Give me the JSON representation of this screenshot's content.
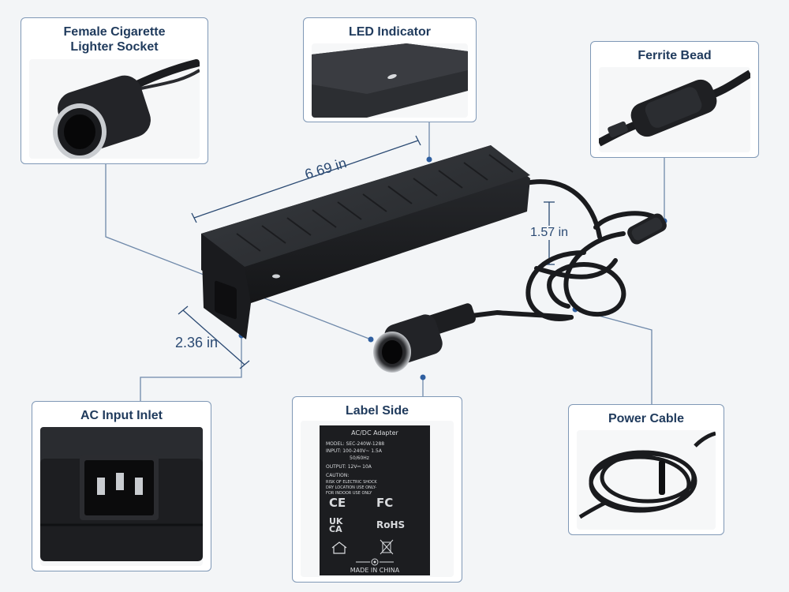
{
  "callouts": {
    "female_socket": "Female Cigarette\nLighter Socket",
    "led_indicator": "LED Indicator",
    "ferrite_bead": "Ferrite Bead",
    "ac_input_inlet": "AC Input Inlet",
    "label_side": "Label Side",
    "power_cable": "Power Cable"
  },
  "dimensions": {
    "length": "6.69 in",
    "height": "1.57 in",
    "width": "2.36 in"
  },
  "label": {
    "title": "AC/DC Adapter",
    "model": "MODEL: SEC-240W-1288",
    "input": "INPUT: 100-240V~ 1.5A",
    "freq": "50/60Hz",
    "output": "OUTPUT: 12V⎓ 10A",
    "caution": "CAUTION:",
    "warn1": "RISK OF ELECTRIC SHOCK",
    "warn2": "DRY LOCATION USE ONLY-",
    "warn3": "FOR INDOOR USE ONLY",
    "ce": "CE",
    "fc": "FC",
    "ukca_top": "UK",
    "ukca_bottom": "CA",
    "rohs": "RoHS",
    "made_in": "MADE IN CHINA"
  },
  "colors": {
    "accent": "#1f3a5c",
    "border": "#7f98b6",
    "leader": "#6f89aa",
    "device": "#26282c"
  },
  "icons": [
    "house-icon",
    "weee-bin-icon",
    "polarity-icon"
  ]
}
